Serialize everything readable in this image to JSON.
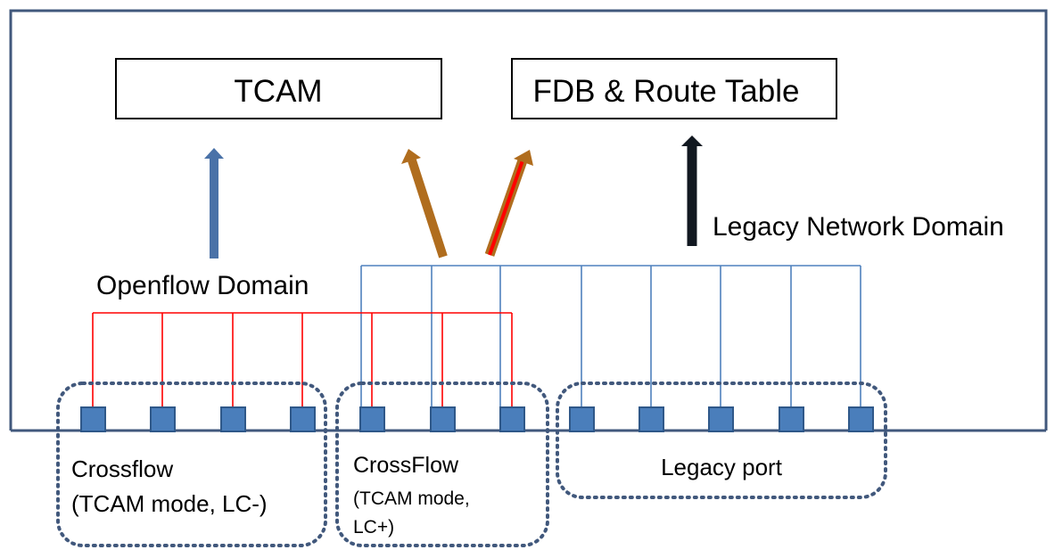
{
  "boxes": {
    "tcam": "TCAM",
    "fdb": "FDB & Route Table"
  },
  "domains": {
    "openflow": "Openflow Domain",
    "legacy": "Legacy Network Domain"
  },
  "groups": {
    "crossflow_lc_minus": {
      "line1": "Crossflow",
      "line2": "(TCAM mode, LC-)",
      "port_count": 4
    },
    "crossflow_lc_plus": {
      "line1": "CrossFlow",
      "line2": "(TCAM mode,",
      "line3": "LC+)",
      "port_count": 3
    },
    "legacy_port": {
      "line1": "Legacy port",
      "port_count": 5
    }
  },
  "colors": {
    "frame": "#41587c",
    "port_fill": "#4a7ebb",
    "port_stroke": "#2f5889",
    "openflow_line": "#ff0000",
    "legacy_line": "#4f81bd",
    "tcam_arrow": "#4a72a8",
    "fdb_arrow_brown": "#b06d1e",
    "fdb_arrow_red_core": "#ff0000",
    "legacy_arrow": "#111820",
    "group_border": "#41587c"
  }
}
